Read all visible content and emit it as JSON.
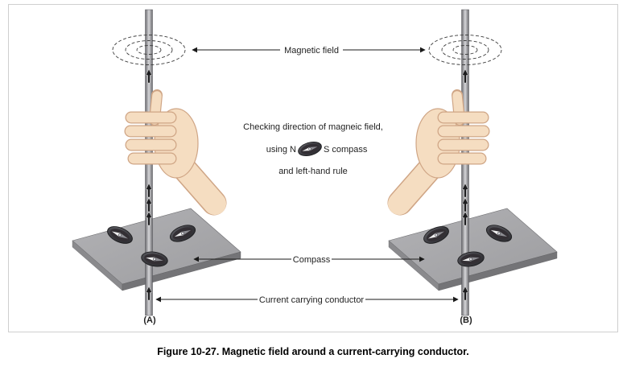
{
  "caption": "Figure 10-27. Magnetic field around a current-carrying conductor.",
  "labels": {
    "magnetic_field": "Magnetic field",
    "compass": "Compass",
    "conductor": "Current carrying conductor",
    "panel_a": "(A)",
    "panel_b": "(B)"
  },
  "note": {
    "line1": "Checking direction of magneic field,",
    "line2_prefix": "using N",
    "line2_suffix": "S compass",
    "line3": "and left-hand rule"
  },
  "colors": {
    "platform_top": "#a8a8ab",
    "platform_side_left": "#8a8a8d",
    "platform_side_front": "#747477",
    "rod_edge": "#6b6b6e",
    "rod_center": "#d6d6d9",
    "skin": "#f5ddc1",
    "skin_outline": "#cfa585",
    "compass_dark": "#2c2c30",
    "line": "#1a1a1a"
  },
  "icons": {
    "field_rings": "magnetic-field-rings-icon",
    "compass": "compass-icon",
    "current_arrow": "current-direction-arrow-icon"
  }
}
